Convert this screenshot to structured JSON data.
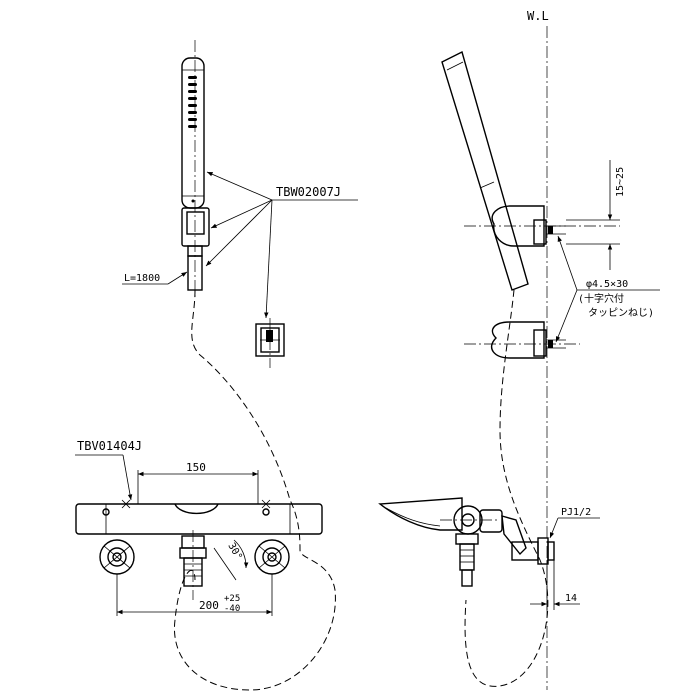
{
  "labels": {
    "water_level": "W.L",
    "hand_shower_part": "TBW02007J",
    "hose_length": "L=1800",
    "faucet_part": "TBV01404J",
    "width_top": "150",
    "angle": "30°",
    "width_bottom_main": "200",
    "tol_plus": "+25",
    "tol_minus": "-40",
    "height_range": "15~25",
    "screw_size": "φ4.5×30",
    "screw_type": "(十字穴付",
    "screw_type2": "タッピンねじ)",
    "pipe_thread": "PJ1/2",
    "offset": "14"
  }
}
